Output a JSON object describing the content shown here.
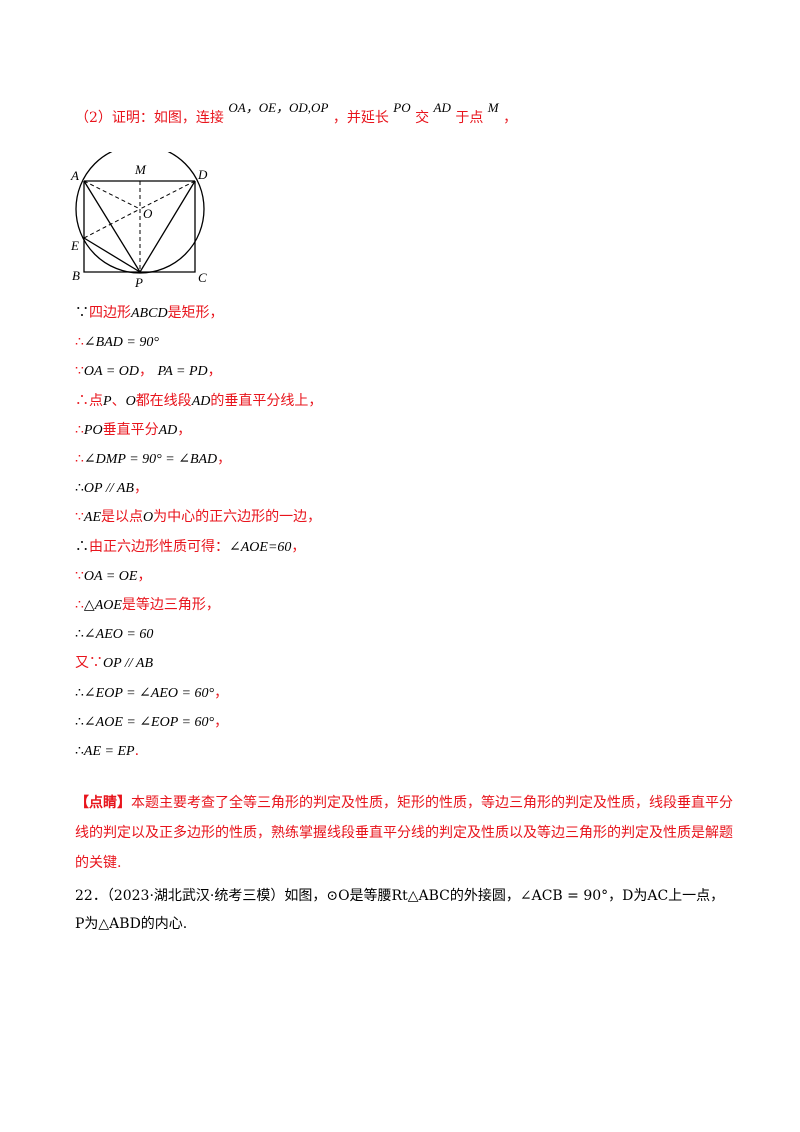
{
  "proof_intro": {
    "prefix": "（2）证明：如图，连接",
    "segs": "OA，OE，OD,OP",
    "mid": "，并延长",
    "po": "PO",
    "jiao": "交",
    "ad": "AD",
    "yu": "于点",
    "m": "M",
    "end": "，"
  },
  "figure_labels": {
    "A": "A",
    "M": "M",
    "D": "D",
    "O": "O",
    "E": "E",
    "B": "B",
    "P": "P",
    "C": "C"
  },
  "lines": [
    {
      "sym": "∵",
      "parts": [
        [
          "red",
          "四边形"
        ],
        [
          "math",
          "ABCD"
        ],
        [
          "red",
          "是矩形，"
        ]
      ]
    },
    {
      "sym": "∴",
      "parts": [
        [
          "math",
          "∠BAD = 90°"
        ]
      ]
    },
    {
      "sym": "∵",
      "parts": [
        [
          "math",
          "OA = OD"
        ],
        [
          "red",
          "，  "
        ],
        [
          "math",
          "PA = PD"
        ],
        [
          "red",
          "，"
        ]
      ]
    },
    {
      "sym": "∴",
      "parts": [
        [
          "red",
          "点"
        ],
        [
          "math",
          "P"
        ],
        [
          "red",
          "、"
        ],
        [
          "math",
          "O"
        ],
        [
          "red",
          "都在线段"
        ],
        [
          "math",
          "AD"
        ],
        [
          "red",
          "的垂直平分线上，"
        ]
      ]
    },
    {
      "sym": "∴",
      "parts": [
        [
          "math",
          "PO"
        ],
        [
          "red",
          "垂直平分"
        ],
        [
          "math",
          "AD"
        ],
        [
          "red",
          "，"
        ]
      ]
    },
    {
      "sym": "∴",
      "parts": [
        [
          "math",
          "∠DMP = 90° = ∠BAD"
        ],
        [
          "red",
          "，"
        ]
      ]
    },
    {
      "sym": "∴",
      "parts": [
        [
          "math",
          "OP // AB"
        ],
        [
          "red",
          "，"
        ]
      ]
    },
    {
      "sym": "∵",
      "parts": [
        [
          "math",
          "AE"
        ],
        [
          "red",
          "是以点"
        ],
        [
          "math",
          "O"
        ],
        [
          "red",
          "为中心的正六边形的一边，"
        ]
      ]
    },
    {
      "sym": "∴",
      "parts": [
        [
          "red",
          "由正六边形性质可得："
        ],
        [
          "math",
          "∠AOE=60"
        ],
        [
          "red",
          "，"
        ]
      ]
    },
    {
      "sym": "∵",
      "parts": [
        [
          "math",
          "OA = OE"
        ],
        [
          "red",
          "，"
        ]
      ]
    },
    {
      "sym": "∴",
      "parts": [
        [
          "math",
          "△AOE"
        ],
        [
          "red",
          "是等边三角形，"
        ]
      ]
    },
    {
      "sym": "∴",
      "parts": [
        [
          "math",
          "∠AEO = 60"
        ]
      ]
    },
    {
      "sym": "又∵",
      "parts": [
        [
          "math",
          "OP // AB"
        ]
      ]
    },
    {
      "sym": "∴",
      "parts": [
        [
          "math",
          "∠EOP = ∠AEO = 60°"
        ],
        [
          "red",
          "，"
        ]
      ]
    },
    {
      "sym": "∴",
      "parts": [
        [
          "math",
          "∠AOE = ∠EOP = 60°"
        ],
        [
          "red",
          "，"
        ]
      ]
    },
    {
      "sym": "∴",
      "parts": [
        [
          "math",
          "AE = EP"
        ],
        [
          "red",
          "."
        ]
      ]
    }
  ],
  "comment": {
    "tag": "【点睛】",
    "text": "本题主要考查了全等三角形的判定及性质，矩形的性质，等边三角形的判定及性质，线段垂直平分线的判定以及正多边形的性质，熟练掌握线段垂直平分线的判定及性质以及等边三角形的判定及性质是解题的关键."
  },
  "question": {
    "line1": "22．（2023·湖北武汉·统考三模）如图，⊙O是等腰Rt△ABC的外接圆，∠ACB = 90°，D为AC上一点，",
    "line2": "P为△ABD的内心."
  }
}
